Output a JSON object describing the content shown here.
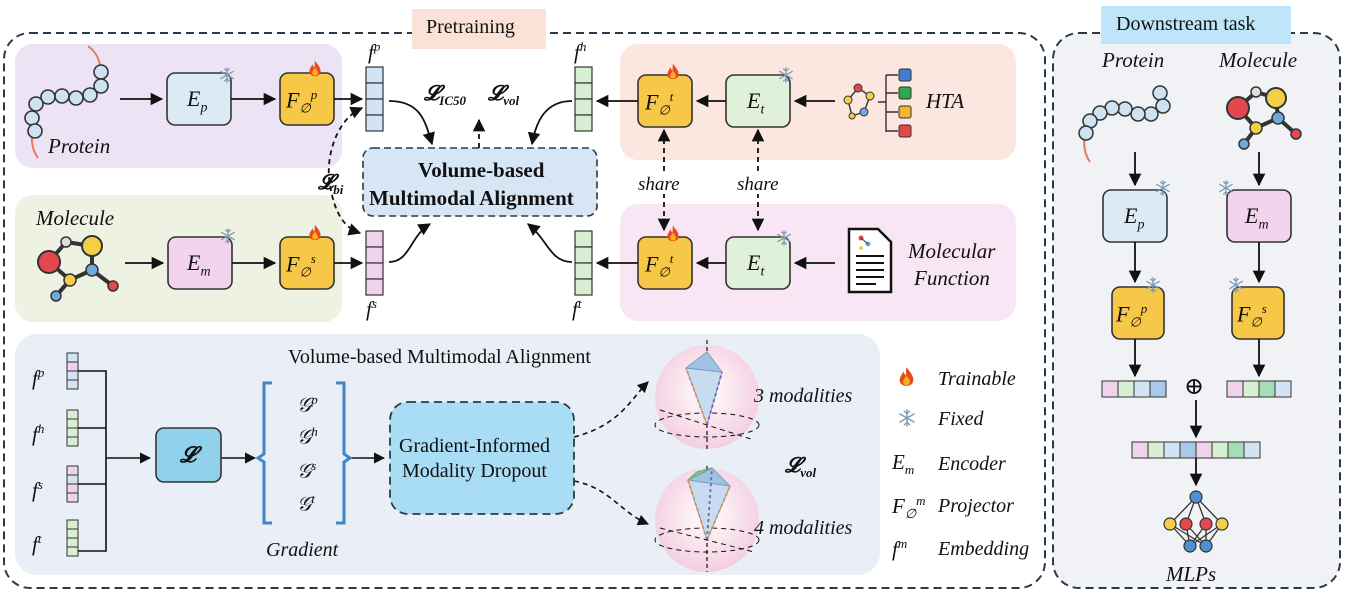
{
  "pretraining_title": "Pretraining",
  "downstream_title": "Downstream task",
  "protein_panel": {
    "label": "Protein",
    "encoder": "E",
    "encoder_sub": "p",
    "proj": "F",
    "proj_sub": "∅",
    "proj_sup": "p",
    "feat": "f",
    "feat_sup": "p"
  },
  "molecule_panel": {
    "label": "Molecule",
    "encoder": "E",
    "encoder_sub": "m",
    "proj": "F",
    "proj_sub": "∅",
    "proj_sup": "s",
    "feat": "f",
    "feat_sup": "s"
  },
  "hta_panel": {
    "label": "HTA",
    "encoder": "E",
    "encoder_sub": "t",
    "proj": "F",
    "proj_sub": "∅",
    "proj_sup": "t",
    "feat": "f",
    "feat_sup": "h"
  },
  "function_panel": {
    "label_line1": "Molecular",
    "label_line2": "Function",
    "encoder": "E",
    "encoder_sub": "t",
    "proj": "F",
    "proj_sub": "∅",
    "proj_sup": "t",
    "feat": "f",
    "feat_sup": "t"
  },
  "share_labels": [
    "share",
    "share"
  ],
  "losses": {
    "ic50": "𝓛",
    "ic50_sub": "IC50",
    "vol": "𝓛",
    "vol_sub": "vol",
    "bi": "𝓛",
    "bi_sub": "bi"
  },
  "alignment_box": {
    "line1": "Volume-based",
    "line2": "Multimodal Alignment"
  },
  "bottom_panel": {
    "title": "Volume-based Multimodal Alignment",
    "features": [
      {
        "base": "f",
        "sup": "p"
      },
      {
        "base": "f",
        "sup": "h"
      },
      {
        "base": "f",
        "sup": "s"
      },
      {
        "base": "f",
        "sup": "t"
      }
    ],
    "loss_box": "𝓛",
    "gradients": [
      {
        "base": "𝒢",
        "sup": "p"
      },
      {
        "base": "𝒢",
        "sup": "h"
      },
      {
        "base": "𝒢",
        "sup": "s"
      },
      {
        "base": "𝒢",
        "sup": "t"
      }
    ],
    "gradient_label": "Gradient",
    "dropout_line1": "Gradient-Informed",
    "dropout_line2": "Modality Dropout",
    "sphere1_label": "3 modalities",
    "sphere2_label": "4 modalities",
    "loss_vol": "𝓛",
    "loss_vol_sub": "vol"
  },
  "legend": [
    {
      "icon": "flame-icon",
      "text": "Trainable"
    },
    {
      "icon": "snowflake-icon",
      "text": "Fixed"
    },
    {
      "symbol": "E",
      "sub": "m",
      "text": "Encoder"
    },
    {
      "symbol": "F",
      "sub": "∅",
      "sup": "m",
      "text": "Projector"
    },
    {
      "symbol": "f",
      "sup": "m",
      "text": "Embedding"
    }
  ],
  "downstream": {
    "protein_label": "Protein",
    "molecule_label": "Molecule",
    "enc_p": "E",
    "enc_p_sub": "p",
    "enc_m": "E",
    "enc_m_sub": "m",
    "proj_p": "F",
    "proj_p_sub": "∅",
    "proj_p_sup": "p",
    "proj_m": "F",
    "proj_m_sub": "∅",
    "proj_m_sup": "s",
    "concat_symbol": "⊕",
    "mlp_label": "MLPs"
  },
  "colors": {
    "protein_bg": "#ece3f4",
    "molecule_bg": "#eef2e2",
    "hta_bg": "#fbe6e0",
    "function_bg": "#f9e6f5",
    "bottom_bg": "#e9eef7",
    "align_box": "#d6e6f5",
    "dropout_box": "#a9ddf5",
    "loss_box": "#8fd0ea",
    "encoder_blue": "#dceaf6",
    "encoder_green": "#dff1d9",
    "encoder_pink": "#f2d4ef",
    "projector": "#f7c747",
    "downstream_tag": "#bfe6f8",
    "pretrain_tag": "#fbe2d6"
  }
}
